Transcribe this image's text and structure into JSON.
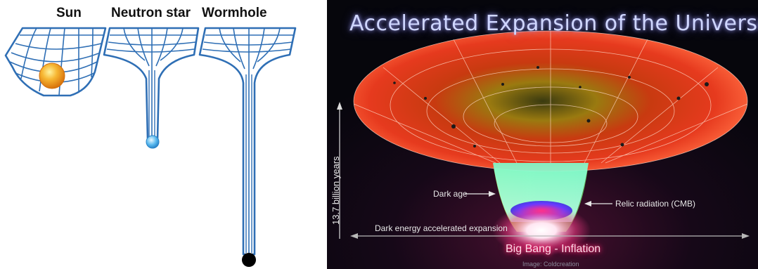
{
  "left": {
    "labels": {
      "sun": "Sun",
      "neutron_star": "Neutron star",
      "wormhole": "Wormhole"
    },
    "colors": {
      "grid": "#2f6fb5",
      "sun": "#f4a21a",
      "neutron_star": "#58b8ee",
      "wormhole_end": "#000000"
    }
  },
  "right": {
    "title": "Accelerated Expansion of the Universe",
    "time_axis_label": "13.7 billion years",
    "dark_age_label": "Dark age",
    "relic_label": "Relic radiation (CMB)",
    "expansion_label": "Dark energy accelerated expansion",
    "bigbang_label": "Big Bang - Inflation",
    "credit": "Image: Coldcreation"
  }
}
